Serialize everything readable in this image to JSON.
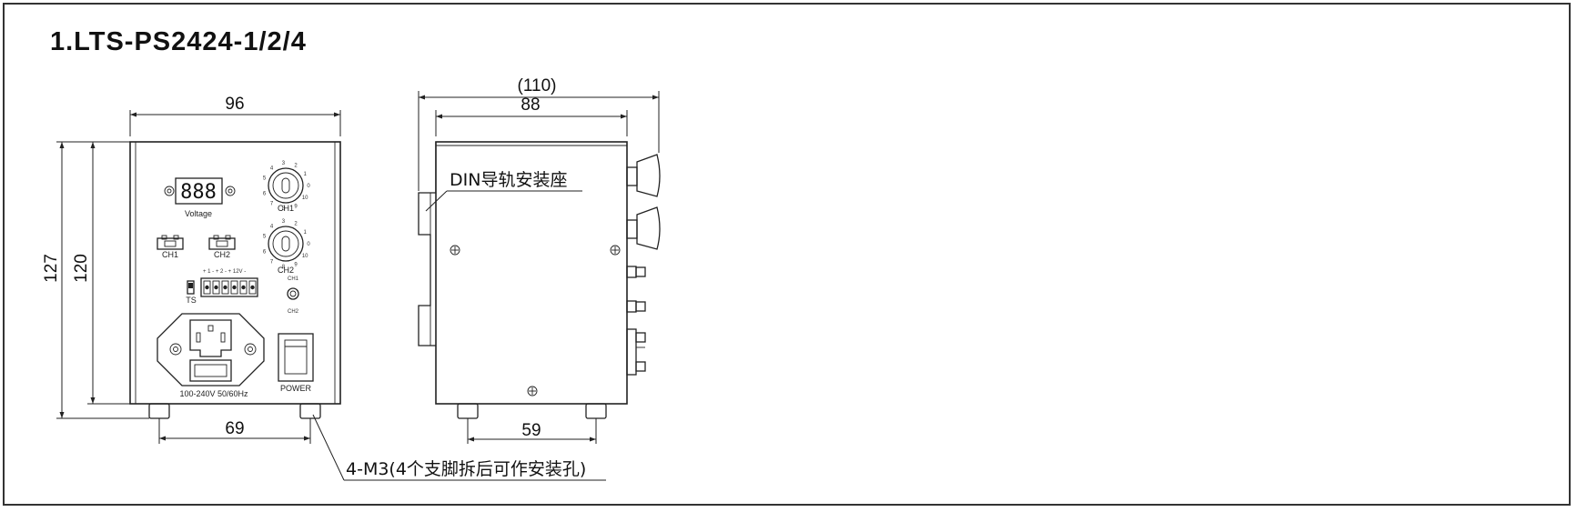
{
  "title": "1.LTS-PS2424-1/2/4",
  "front_view": {
    "width_label": "96",
    "height_outer_label": "127",
    "height_inner_label": "120",
    "feet_spacing_label": "69",
    "display_label": "Voltage",
    "display_digits": "888",
    "knob1_label": "CH1",
    "knob2_label": "CH2",
    "connector1_label": "CH1",
    "connector2_label": "CH2",
    "terminal_label": "+ 1 -  + 2 -  + 12V -",
    "ts_label": "TS",
    "led_top_label": "CH1",
    "led_bottom_label": "CH2",
    "power_label": "POWER",
    "input_label": "100-240V 50/60Hz",
    "dial_ticks": [
      "5",
      "4",
      "3",
      "2",
      "1",
      "0",
      "10",
      "9",
      "8",
      "7",
      "6"
    ]
  },
  "side_view": {
    "overall_label": "(110)",
    "depth_label": "88",
    "feet_spacing_label": "59",
    "din_callout": "DIN导轨安装座"
  },
  "feet_callout": "4-M3(4个支脚拆后可作安装孔)",
  "colors": {
    "line": "#222222",
    "frame": "#333333",
    "background": "#ffffff"
  }
}
